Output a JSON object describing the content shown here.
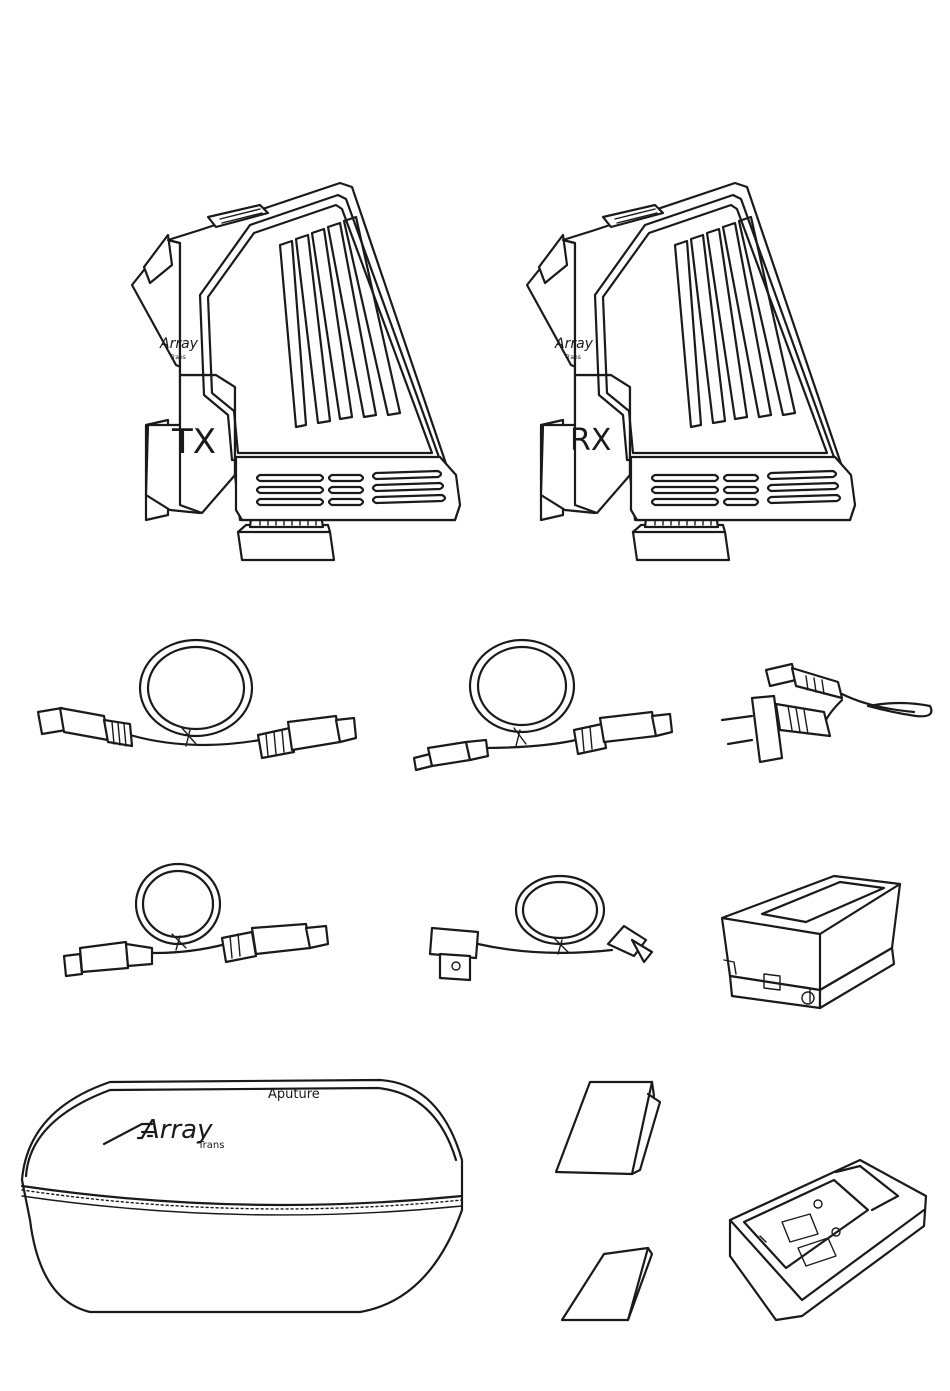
{
  "transmitter": {
    "label": "TX",
    "brand": "Array",
    "subbrand": "Trans"
  },
  "receiver": {
    "label": "RX",
    "brand": "Array",
    "subbrand": "Trans"
  },
  "case": {
    "maker": "Aputure",
    "brand": "Array",
    "subbrand": "Trans"
  }
}
